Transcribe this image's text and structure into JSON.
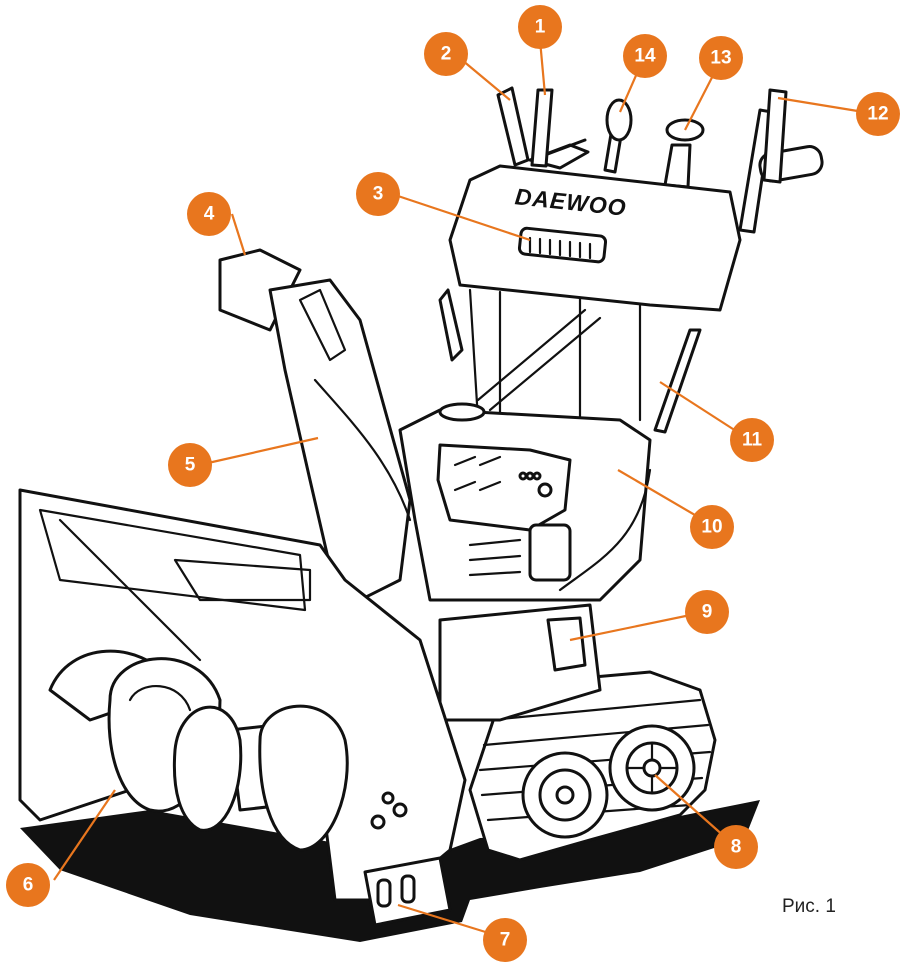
{
  "figure": {
    "brand": "DAEWOO",
    "caption": "Рис. 1",
    "accent_color": "#e8761e",
    "callouts": [
      {
        "label": "1"
      },
      {
        "label": "2"
      },
      {
        "label": "3"
      },
      {
        "label": "4"
      },
      {
        "label": "5"
      },
      {
        "label": "6"
      },
      {
        "label": "7"
      },
      {
        "label": "8"
      },
      {
        "label": "9"
      },
      {
        "label": "10"
      },
      {
        "label": "11"
      },
      {
        "label": "12"
      },
      {
        "label": "13"
      },
      {
        "label": "14"
      }
    ]
  }
}
